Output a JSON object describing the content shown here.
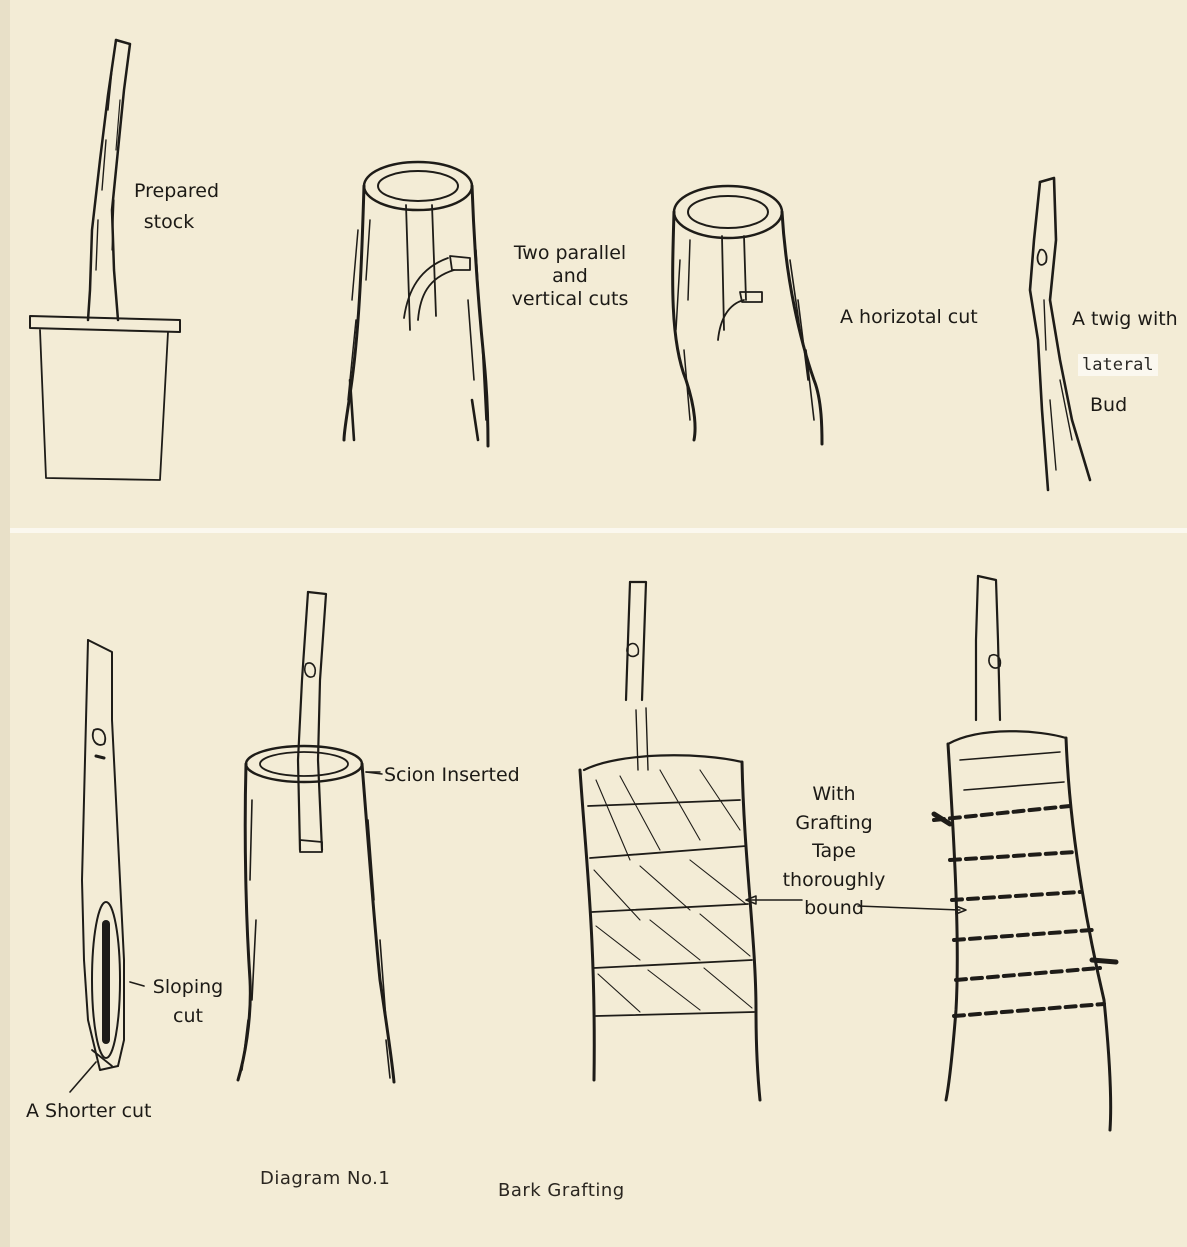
{
  "labels": {
    "prepared_stock_1": "Prepared",
    "prepared_stock_2": "stock",
    "two_parallel_1": "Two parallel",
    "two_parallel_2": "and",
    "two_parallel_3": "vertical cuts",
    "horizontal_cut": "A horizotal cut",
    "twig_with": "A twig with",
    "lateral": "lateral",
    "bud": "Bud",
    "scion_inserted": "Scion Inserted",
    "sloping_cut_1": "Sloping",
    "sloping_cut_2": "cut",
    "shorter_cut": "A Shorter cut",
    "grafting_1": "With",
    "grafting_2": "Grafting",
    "grafting_3": "Tape",
    "grafting_4": "thoroughly",
    "grafting_5": "bound"
  },
  "captions": {
    "diagram_number": "Diagram  No.1",
    "diagram_title": "Bark  Grafting"
  },
  "colors": {
    "paper": "#f3ecd6",
    "ink": "#1e1c18"
  }
}
